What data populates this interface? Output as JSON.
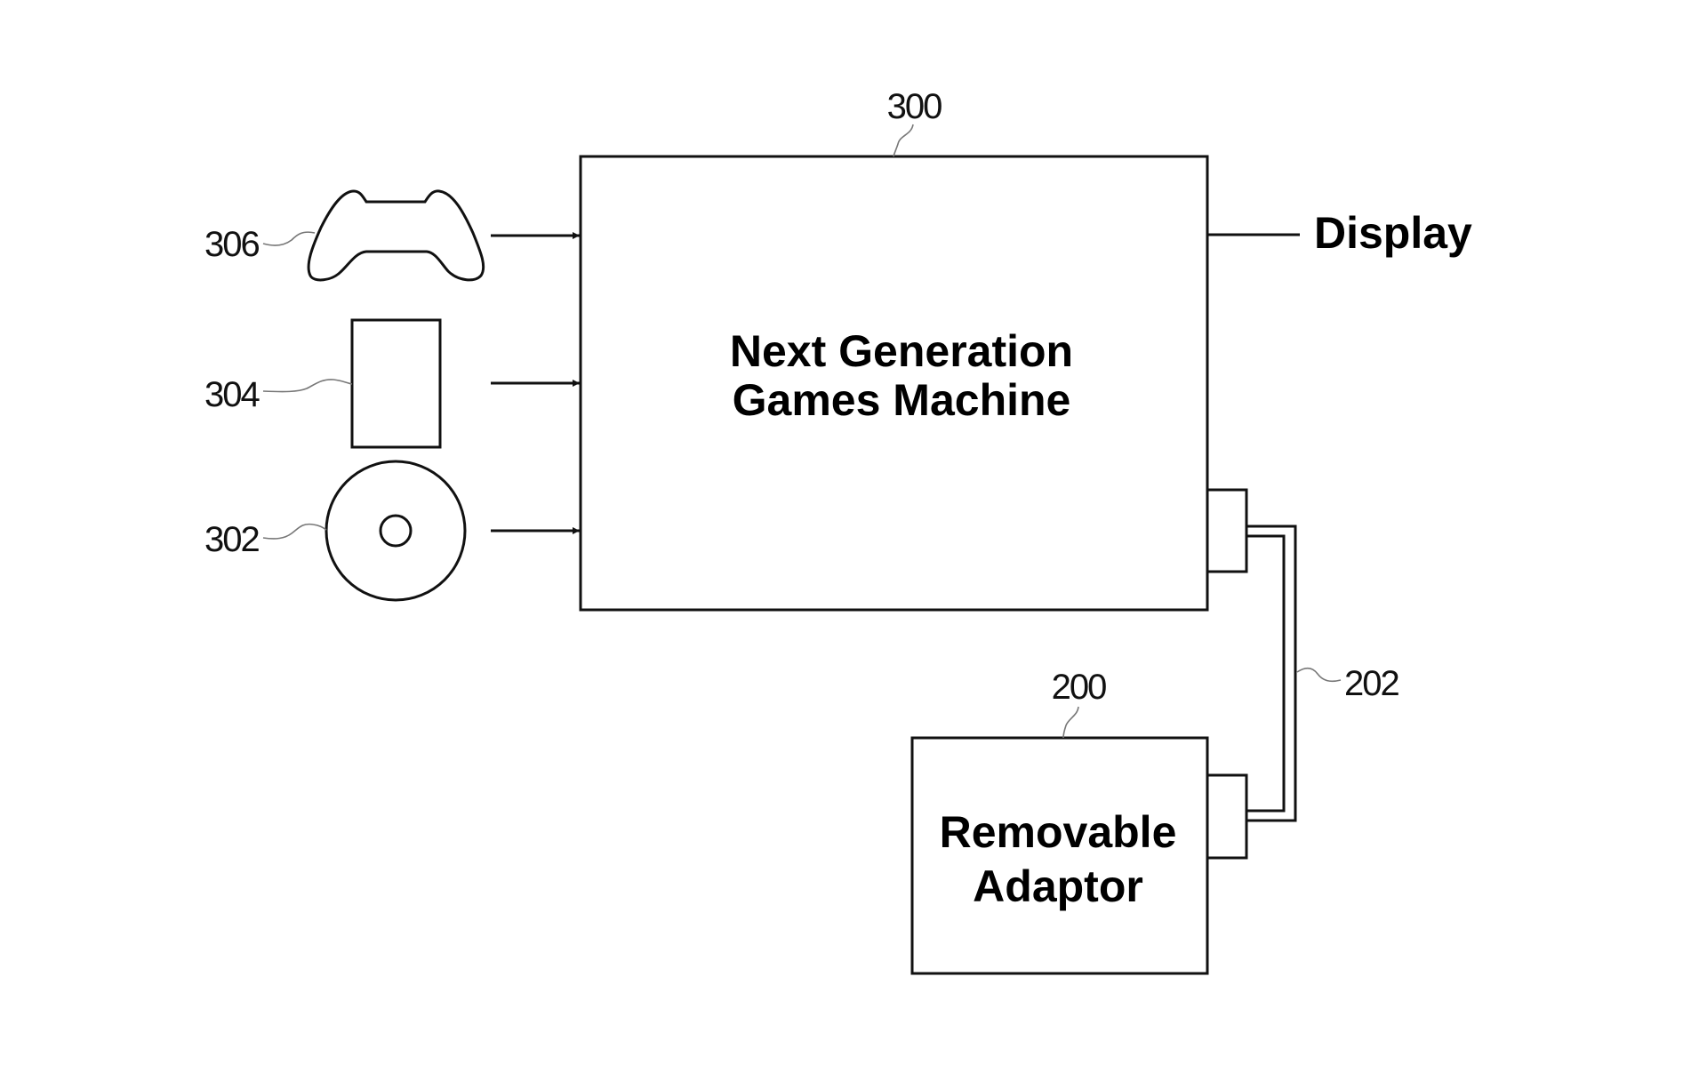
{
  "diagram": {
    "title": "Next Generation Games Machine with Removable Adaptor",
    "main_unit": {
      "ref": "300",
      "label_line1": "Next Generation",
      "label_line2": "Games Machine"
    },
    "display": {
      "label": "Display"
    },
    "inputs": [
      {
        "ref": "306",
        "kind": "controller-icon"
      },
      {
        "ref": "304",
        "kind": "card-icon"
      },
      {
        "ref": "302",
        "kind": "disc-icon"
      }
    ],
    "cable": {
      "ref": "202"
    },
    "adaptor": {
      "ref": "200",
      "label_line1": "Removable",
      "label_line2": "Adaptor"
    }
  }
}
